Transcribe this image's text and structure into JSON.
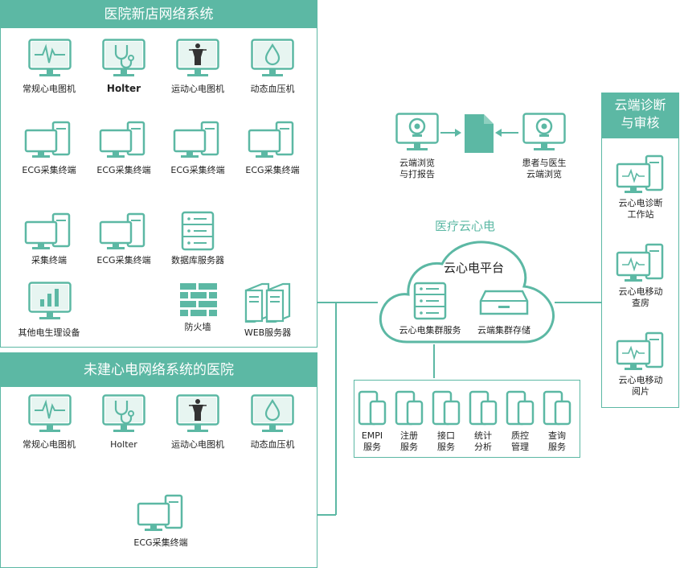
{
  "hospital_panel": {
    "title": "医院新店网络系统",
    "devices": [
      "常规心电图机",
      "Holter",
      "运动心电图机",
      "动态血压机"
    ],
    "terminals": [
      "ECG采集终端",
      "ECG采集终端",
      "ECG采集终端",
      "ECG采集终端"
    ],
    "row3": [
      "采集终端",
      "ECG采集终端",
      "数据库服务器"
    ],
    "other_device": "其他电生理设备",
    "firewall": "防火墙",
    "web_server": "WEB服务器"
  },
  "no_system_panel": {
    "title": "未建心电网络系统的医院",
    "devices": [
      "常规心电图机",
      "Holter",
      "运动心电图机",
      "动态血压机"
    ],
    "terminal": "ECG采集终端"
  },
  "report_flow": {
    "left_label_1": "云端浏览",
    "left_label_2": "与打报告",
    "right_label_1": "患者与医生",
    "right_label_2": "云端浏览"
  },
  "cloud": {
    "title": "医疗云心电",
    "platform": "云心电平台",
    "cluster_service": "云心电集群服务",
    "cluster_storage": "云端集群存储"
  },
  "services": [
    {
      "l1": "EMPI",
      "l2": "服务"
    },
    {
      "l1": "注册",
      "l2": "服务"
    },
    {
      "l1": "接口",
      "l2": "服务"
    },
    {
      "l1": "统计",
      "l2": "分析"
    },
    {
      "l1": "质控",
      "l2": "管理"
    },
    {
      "l1": "查询",
      "l2": "服务"
    }
  ],
  "right_panel": {
    "title_1": "云端诊断",
    "title_2": "与审核",
    "items": [
      {
        "l1": "云心电诊断",
        "l2": "工作站"
      },
      {
        "l1": "云心电移动",
        "l2": "查房"
      },
      {
        "l1": "云心电移动",
        "l2": "阅片"
      }
    ]
  },
  "colors": {
    "accent": "#5cb8a4"
  }
}
